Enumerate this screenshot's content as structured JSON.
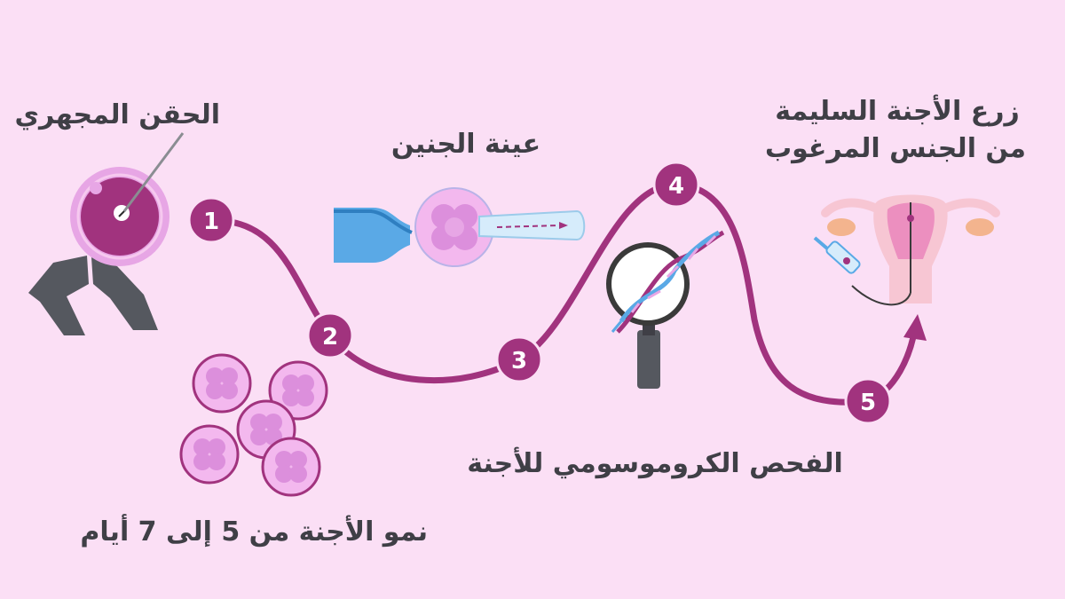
{
  "colors": {
    "background": "#fbdff5",
    "path": "#a1337e",
    "step_circle": "#a1337e",
    "text": "#3f3f46",
    "embryo_light": "#e7a6e5",
    "embryo_dark": "#a1337e"
  },
  "steps": [
    {
      "number": "1",
      "label": "الحقن المجهري"
    },
    {
      "number": "2",
      "label": "نمو الأجنة من 5 إلى 7 أيام"
    },
    {
      "number": "3",
      "label": "عينة الجنين"
    },
    {
      "number": "4",
      "label": "الفحص الكروموسومي للأجنة"
    },
    {
      "number": "5",
      "label_line1": "زرع الأجنة السليمة",
      "label_line2": "من الجنس المرغوب"
    }
  ],
  "icons": [
    "microinjection-icon",
    "embryo-cluster-icon",
    "biopsy-pipette-icon",
    "dna-magnifier-icon",
    "uterus-syringe-icon"
  ]
}
